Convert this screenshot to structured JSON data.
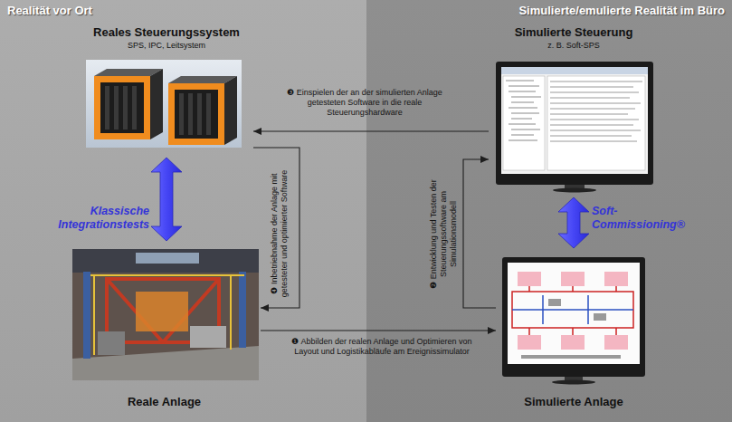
{
  "diagram": {
    "nodes": [
      {
        "text": [
          "Realität vor Ort"
        ]
      },
      {
        "text": [
          "Reales Steuerungssystem",
          "SPS, IPC, Leitsystem"
        ],
        "in": 0
      },
      {
        "text": [
          "Reale Anlage"
        ],
        "in": 0
      },
      {
        "text": [
          "Simulierte/emulierte Realität im Büro"
        ]
      },
      {
        "text": [
          "Simulierte Steuerung",
          "z. B. Soft-SPS"
        ],
        "in": 3
      },
      {
        "text": [
          "Simulierte Anlage"
        ],
        "in": 3
      }
    ],
    "edges": [
      {
        "from": 1,
        "to": 2,
        "arrow": "both",
        "label": "Klassische Integrationstests"
      },
      {
        "from": 4,
        "to": 5,
        "arrow": "both",
        "label": "Soft-Commissioning®"
      },
      {
        "from": 2,
        "to": 5,
        "arrow": "to",
        "label": "❶ Abbilden der realen Anlage und Optimieren von Layout und Logistikabläufe am Ereignissimulator"
      },
      {
        "from": 5,
        "to": 4,
        "arrow": "to",
        "label": "❷ Entwicklung und Testen der Steuerungssoftware am Simulationsmodell"
      },
      {
        "from": 4,
        "to": 1,
        "arrow": "to",
        "label": "❸ Einspielen der an der simulierten Anlage getesteten Software in die reale Steuerungshardware"
      },
      {
        "from": 1,
        "to": 2,
        "arrow": "to",
        "label": "❹ Inbetriebnahme der Anlage mit getesteter und optimierter Software"
      }
    ]
  }
}
